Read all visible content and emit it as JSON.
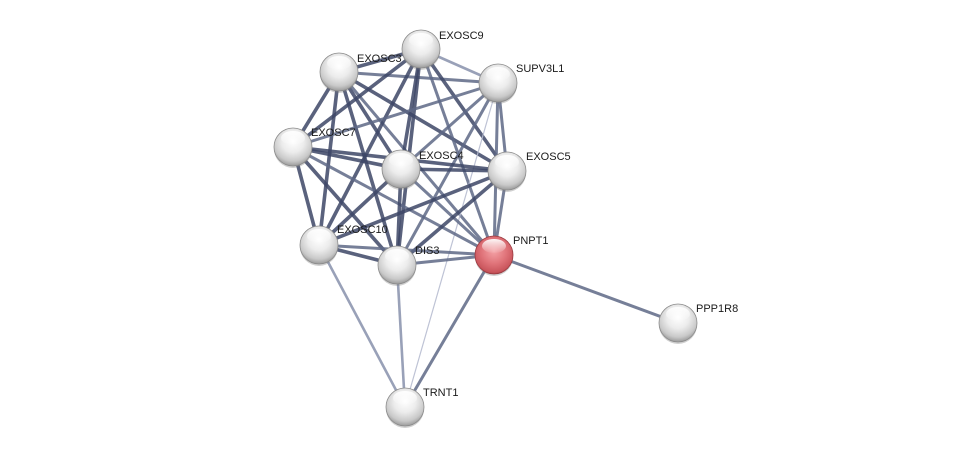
{
  "diagram": {
    "type": "protein-interaction-network",
    "colors": {
      "background": "#ffffff",
      "node_default": "#e6e6e6",
      "node_query": "#e0747a",
      "edge_strong": "#3d4766",
      "edge_medium": "#5e6886",
      "edge_weak": "#8e97b0",
      "edge_faint": "#b7bdd0",
      "label_text": "#1a1a1a"
    },
    "nodes": [
      {
        "id": "EXOSC9",
        "label": "EXOSC9",
        "query": false
      },
      {
        "id": "EXOSC3",
        "label": "EXOSC3",
        "query": false
      },
      {
        "id": "SUPV3L1",
        "label": "SUPV3L1",
        "query": false
      },
      {
        "id": "EXOSC7",
        "label": "EXOSC7",
        "query": false
      },
      {
        "id": "EXOSC4",
        "label": "EXOSC4",
        "query": false
      },
      {
        "id": "EXOSC5",
        "label": "EXOSC5",
        "query": false
      },
      {
        "id": "EXOSC10",
        "label": "EXOSC10",
        "query": false
      },
      {
        "id": "DIS3",
        "label": "DIS3",
        "query": false
      },
      {
        "id": "PNPT1",
        "label": "PNPT1",
        "query": true
      },
      {
        "id": "PPP1R8",
        "label": "PPP1R8",
        "query": false
      },
      {
        "id": "TRNT1",
        "label": "TRNT1",
        "query": false
      }
    ],
    "edges": [
      {
        "source": "EXOSC3",
        "target": "EXOSC9",
        "strength": "strong"
      },
      {
        "source": "EXOSC3",
        "target": "SUPV3L1",
        "strength": "medium"
      },
      {
        "source": "EXOSC3",
        "target": "EXOSC7",
        "strength": "strong"
      },
      {
        "source": "EXOSC3",
        "target": "EXOSC4",
        "strength": "strong"
      },
      {
        "source": "EXOSC3",
        "target": "EXOSC5",
        "strength": "strong"
      },
      {
        "source": "EXOSC3",
        "target": "EXOSC10",
        "strength": "strong"
      },
      {
        "source": "EXOSC3",
        "target": "DIS3",
        "strength": "strong"
      },
      {
        "source": "EXOSC3",
        "target": "PNPT1",
        "strength": "medium"
      },
      {
        "source": "EXOSC9",
        "target": "SUPV3L1",
        "strength": "weak"
      },
      {
        "source": "EXOSC9",
        "target": "EXOSC7",
        "strength": "strong"
      },
      {
        "source": "EXOSC9",
        "target": "EXOSC4",
        "strength": "strong"
      },
      {
        "source": "EXOSC9",
        "target": "EXOSC5",
        "strength": "strong"
      },
      {
        "source": "EXOSC9",
        "target": "EXOSC10",
        "strength": "strong"
      },
      {
        "source": "EXOSC9",
        "target": "DIS3",
        "strength": "strong"
      },
      {
        "source": "EXOSC9",
        "target": "PNPT1",
        "strength": "medium"
      },
      {
        "source": "SUPV3L1",
        "target": "EXOSC7",
        "strength": "medium"
      },
      {
        "source": "SUPV3L1",
        "target": "EXOSC4",
        "strength": "medium"
      },
      {
        "source": "SUPV3L1",
        "target": "EXOSC5",
        "strength": "medium"
      },
      {
        "source": "SUPV3L1",
        "target": "DIS3",
        "strength": "medium"
      },
      {
        "source": "SUPV3L1",
        "target": "PNPT1",
        "strength": "medium"
      },
      {
        "source": "SUPV3L1",
        "target": "TRNT1",
        "strength": "faint"
      },
      {
        "source": "EXOSC7",
        "target": "EXOSC4",
        "strength": "strong"
      },
      {
        "source": "EXOSC7",
        "target": "EXOSC5",
        "strength": "strong"
      },
      {
        "source": "EXOSC7",
        "target": "EXOSC10",
        "strength": "strong"
      },
      {
        "source": "EXOSC7",
        "target": "DIS3",
        "strength": "strong"
      },
      {
        "source": "EXOSC7",
        "target": "PNPT1",
        "strength": "medium"
      },
      {
        "source": "EXOSC4",
        "target": "EXOSC5",
        "strength": "strong"
      },
      {
        "source": "EXOSC4",
        "target": "EXOSC10",
        "strength": "strong"
      },
      {
        "source": "EXOSC4",
        "target": "DIS3",
        "strength": "strong"
      },
      {
        "source": "EXOSC4",
        "target": "PNPT1",
        "strength": "medium"
      },
      {
        "source": "EXOSC5",
        "target": "EXOSC10",
        "strength": "strong"
      },
      {
        "source": "EXOSC5",
        "target": "DIS3",
        "strength": "strong"
      },
      {
        "source": "EXOSC5",
        "target": "PNPT1",
        "strength": "medium"
      },
      {
        "source": "EXOSC10",
        "target": "DIS3",
        "strength": "strong"
      },
      {
        "source": "EXOSC10",
        "target": "PNPT1",
        "strength": "medium"
      },
      {
        "source": "EXOSC10",
        "target": "TRNT1",
        "strength": "weak"
      },
      {
        "source": "DIS3",
        "target": "PNPT1",
        "strength": "medium"
      },
      {
        "source": "DIS3",
        "target": "TRNT1",
        "strength": "weak"
      },
      {
        "source": "PNPT1",
        "target": "PPP1R8",
        "strength": "medium"
      },
      {
        "source": "PNPT1",
        "target": "TRNT1",
        "strength": "medium"
      }
    ]
  }
}
